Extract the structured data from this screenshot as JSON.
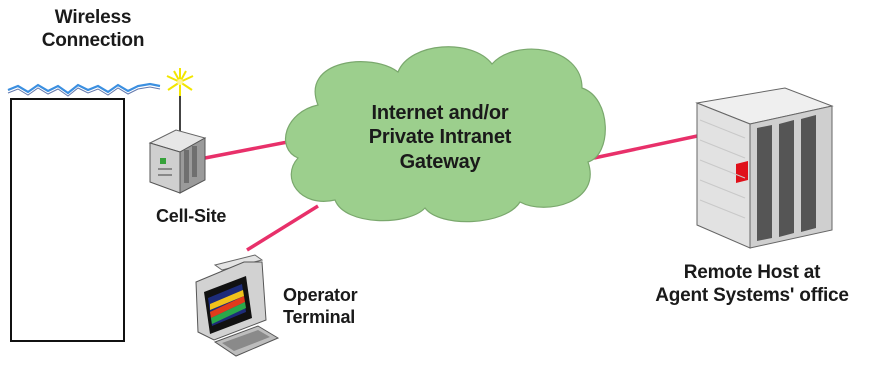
{
  "labels": {
    "wireless_connection": [
      "Wireless",
      "Connection"
    ],
    "cloud": [
      "Internet and/or",
      "Private Intranet",
      "Gateway"
    ],
    "cell_site": "Cell-Site",
    "operator_terminal": [
      "Operator",
      "Terminal"
    ],
    "remote_host": [
      "Remote Host at",
      "Agent Systems' office"
    ]
  },
  "colors": {
    "link_line": "#e8306a",
    "cloud_fill": "#9ccf8d",
    "wireless_wave": "#3b8fe0",
    "antenna_flash": "#f2e600",
    "host_indicator": "#e0101a"
  },
  "icons": {
    "cell_site": "cell-tower-icon",
    "terminal": "computer-terminal-icon",
    "server": "server-rack-icon",
    "cloud": "network-cloud-icon",
    "wireless": "wireless-signal-icon",
    "device": "handheld-device-outline"
  }
}
